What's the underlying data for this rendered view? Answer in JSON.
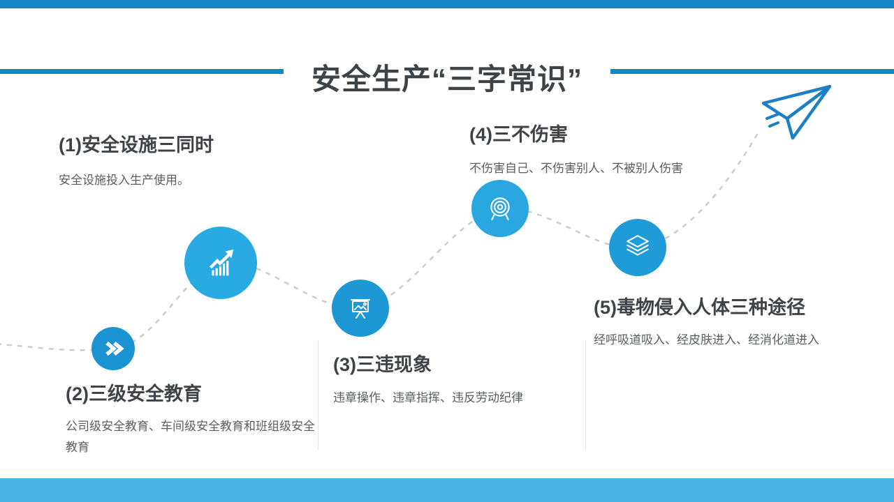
{
  "slide_title": "安全生产“三字常识”",
  "items": [
    {
      "heading": "(1)安全设施三同时",
      "body": "安全设施投入生产使用。"
    },
    {
      "heading": "(2)三级安全教育",
      "body": "公司级安全教育、车间级安全教育和班组级安全教育"
    },
    {
      "heading": "(3)三违现象",
      "body": "违章操作、违章指挥、违反劳动纪律"
    },
    {
      "heading": "(4)三不伤害",
      "body": "不伤害自己、不伤害别人、不被别人伤害"
    },
    {
      "heading": "(5)毒物侵入人体三种途径",
      "body": "经呼吸道吸入、经皮肤进入、经消化道进入"
    }
  ],
  "nodes": [
    {
      "icon": "double-chevron-icon",
      "color": "#1b93d3"
    },
    {
      "icon": "trend-up-chart-icon",
      "color": "#2aaae2"
    },
    {
      "icon": "presentation-board-icon",
      "color": "#1e97d5"
    },
    {
      "icon": "target-stand-icon",
      "color": "#2aa6e0"
    },
    {
      "icon": "layers-stack-icon",
      "color": "#1f9cd8"
    }
  ],
  "decor": {
    "paper_plane_icon": "paper-plane-icon",
    "accent_blue": "#1287c5",
    "footer_blue": "#4ab3e2",
    "dash_gray": "#cbcbcb",
    "heading_color": "#3f4347",
    "body_color": "#5a5d60"
  }
}
